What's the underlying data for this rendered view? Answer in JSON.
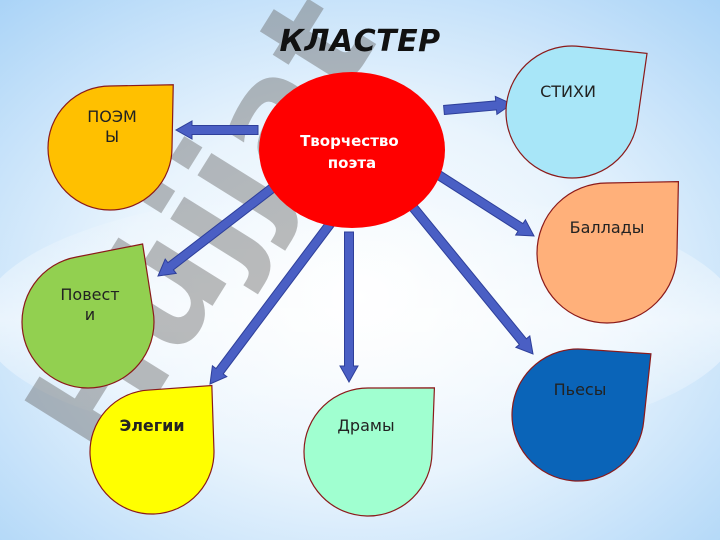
{
  "slide": {
    "title": "КЛАСТЕР"
  },
  "watermark": {
    "text": "Hüjjat"
  },
  "center": {
    "label_lines": [
      "Творчество",
      "поэта"
    ],
    "color": "#ff0000"
  },
  "petals": [
    {
      "key": "poemy",
      "lines": [
        "ПОЭМ",
        "Ы"
      ],
      "color": "#ffc000"
    },
    {
      "key": "stikhi",
      "lines": [
        "СТИХИ"
      ],
      "color": "#a8e6f8"
    },
    {
      "key": "ballady",
      "lines": [
        "Баллады"
      ],
      "color": "#ffb07a"
    },
    {
      "key": "povesti",
      "lines": [
        "Повест",
        "и"
      ],
      "color": "#92d050"
    },
    {
      "key": "elegii",
      "lines": [
        "Элегии"
      ],
      "color": "#ffff00",
      "bold": true
    },
    {
      "key": "dramy",
      "lines": [
        "Драмы"
      ],
      "color": "#a0ffd0"
    },
    {
      "key": "pesy",
      "lines": [
        "Пьесы"
      ],
      "color": "#0a64b8"
    }
  ],
  "colors": {
    "arrow": "#4a5fc4",
    "arrow_stroke": "#2e3f9a",
    "petal_stroke": "#8b1a1a",
    "background": "#cfe7fb"
  }
}
